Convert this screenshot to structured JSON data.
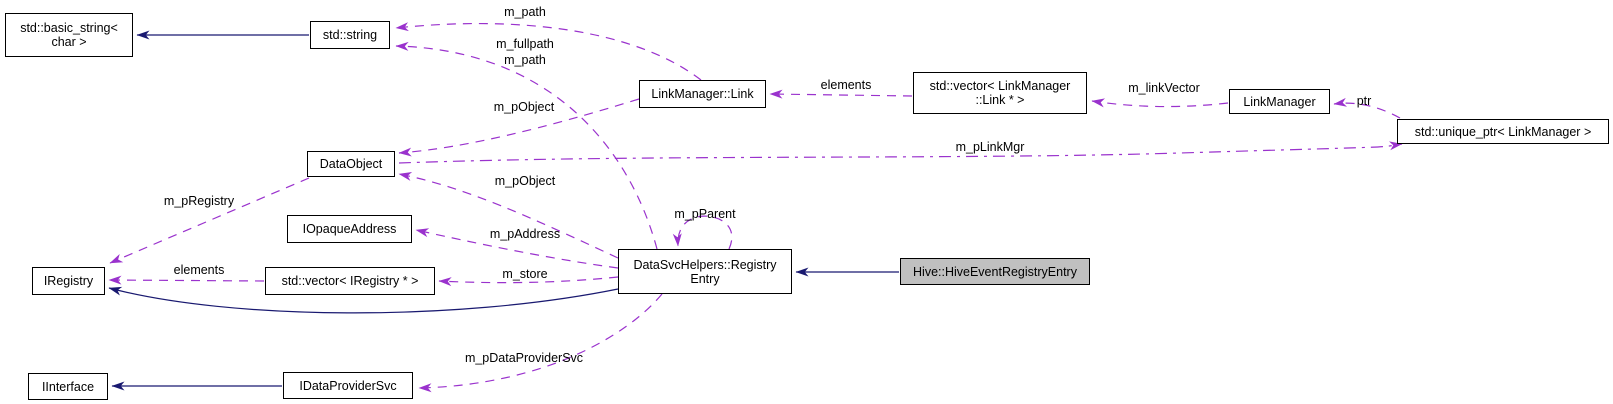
{
  "colors": {
    "edge_usage": "#9a32cd",
    "edge_inherit": "#191970",
    "node_border": "#000000",
    "node_fill": "#ffffff",
    "current_node_fill": "#c0c0c0",
    "background": "#ffffff"
  },
  "nodes": {
    "basic_string": {
      "label": "std::basic_string<\nchar >"
    },
    "string": {
      "label": "std::string"
    },
    "link": {
      "label": "LinkManager::Link"
    },
    "vec_link": {
      "label": "std::vector< LinkManager\n::Link * >"
    },
    "link_manager": {
      "label": "LinkManager"
    },
    "unique_ptr": {
      "label": "std::unique_ptr< LinkManager >"
    },
    "data_object": {
      "label": "DataObject"
    },
    "iopaque": {
      "label": "IOpaqueAddress"
    },
    "iregistry": {
      "label": "IRegistry"
    },
    "vec_iregistry": {
      "label": "std::vector< IRegistry * >"
    },
    "registry_entry": {
      "label": "DataSvcHelpers::Registry\nEntry"
    },
    "hive_entry": {
      "label": "Hive::HiveEventRegistryEntry"
    },
    "iinterface": {
      "label": "IInterface"
    },
    "idataprovider": {
      "label": "IDataProviderSvc"
    }
  },
  "edge_labels": {
    "m_path_top": "m_path",
    "m_fullpath": "m_fullpath",
    "m_path_lower": "m_path",
    "m_p_object_upper": "m_pObject",
    "elements_links": "elements",
    "m_link_vector": "m_linkVector",
    "ptr": "ptr",
    "m_p_link_mgr": "m_pLinkMgr",
    "m_p_object_lower": "m_pObject",
    "m_p_registry": "m_pRegistry",
    "m_p_parent": "m_pParent",
    "m_p_address": "m_pAddress",
    "elements_registries": "elements",
    "m_store": "m_store",
    "m_p_data_provider_svc": "m_pDataProviderSvc"
  }
}
